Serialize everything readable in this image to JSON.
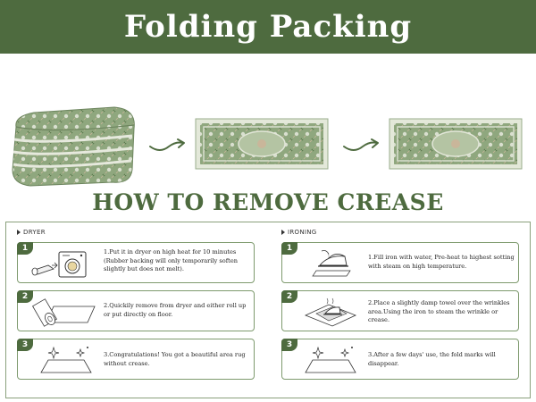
{
  "banner": {
    "title": "Folding Packing"
  },
  "heading": "HOW TO REMOVE CREASE",
  "columns": [
    {
      "title": "DRYER",
      "steps": [
        {
          "num": "1",
          "text": "1.Put it in dryer on high heat for 10 minutes (Rubber backing will only temporarily soften slightly but does not melt)."
        },
        {
          "num": "2",
          "text": "2.Quickily remove from dryer and either roll up or put directly on floor."
        },
        {
          "num": "3",
          "text": "3.Congratulations! You got a beautiful area rug without crease."
        }
      ]
    },
    {
      "title": "IRONING",
      "steps": [
        {
          "num": "1",
          "text": "1.Fill iron with water, Pre-heat to highest sotting with steam on high temperature."
        },
        {
          "num": "2",
          "text": "2.Place a slightly damp towel over the wrinkles area.Using the iron to steam the wrinkle or crease."
        },
        {
          "num": "3",
          "text": "3.After a few days' use, the fold marks will disappear."
        }
      ]
    }
  ],
  "colors": {
    "brand_green": "#4e6b3f",
    "border_green": "#7e9a6e",
    "rug_green": "#8fa77e"
  }
}
